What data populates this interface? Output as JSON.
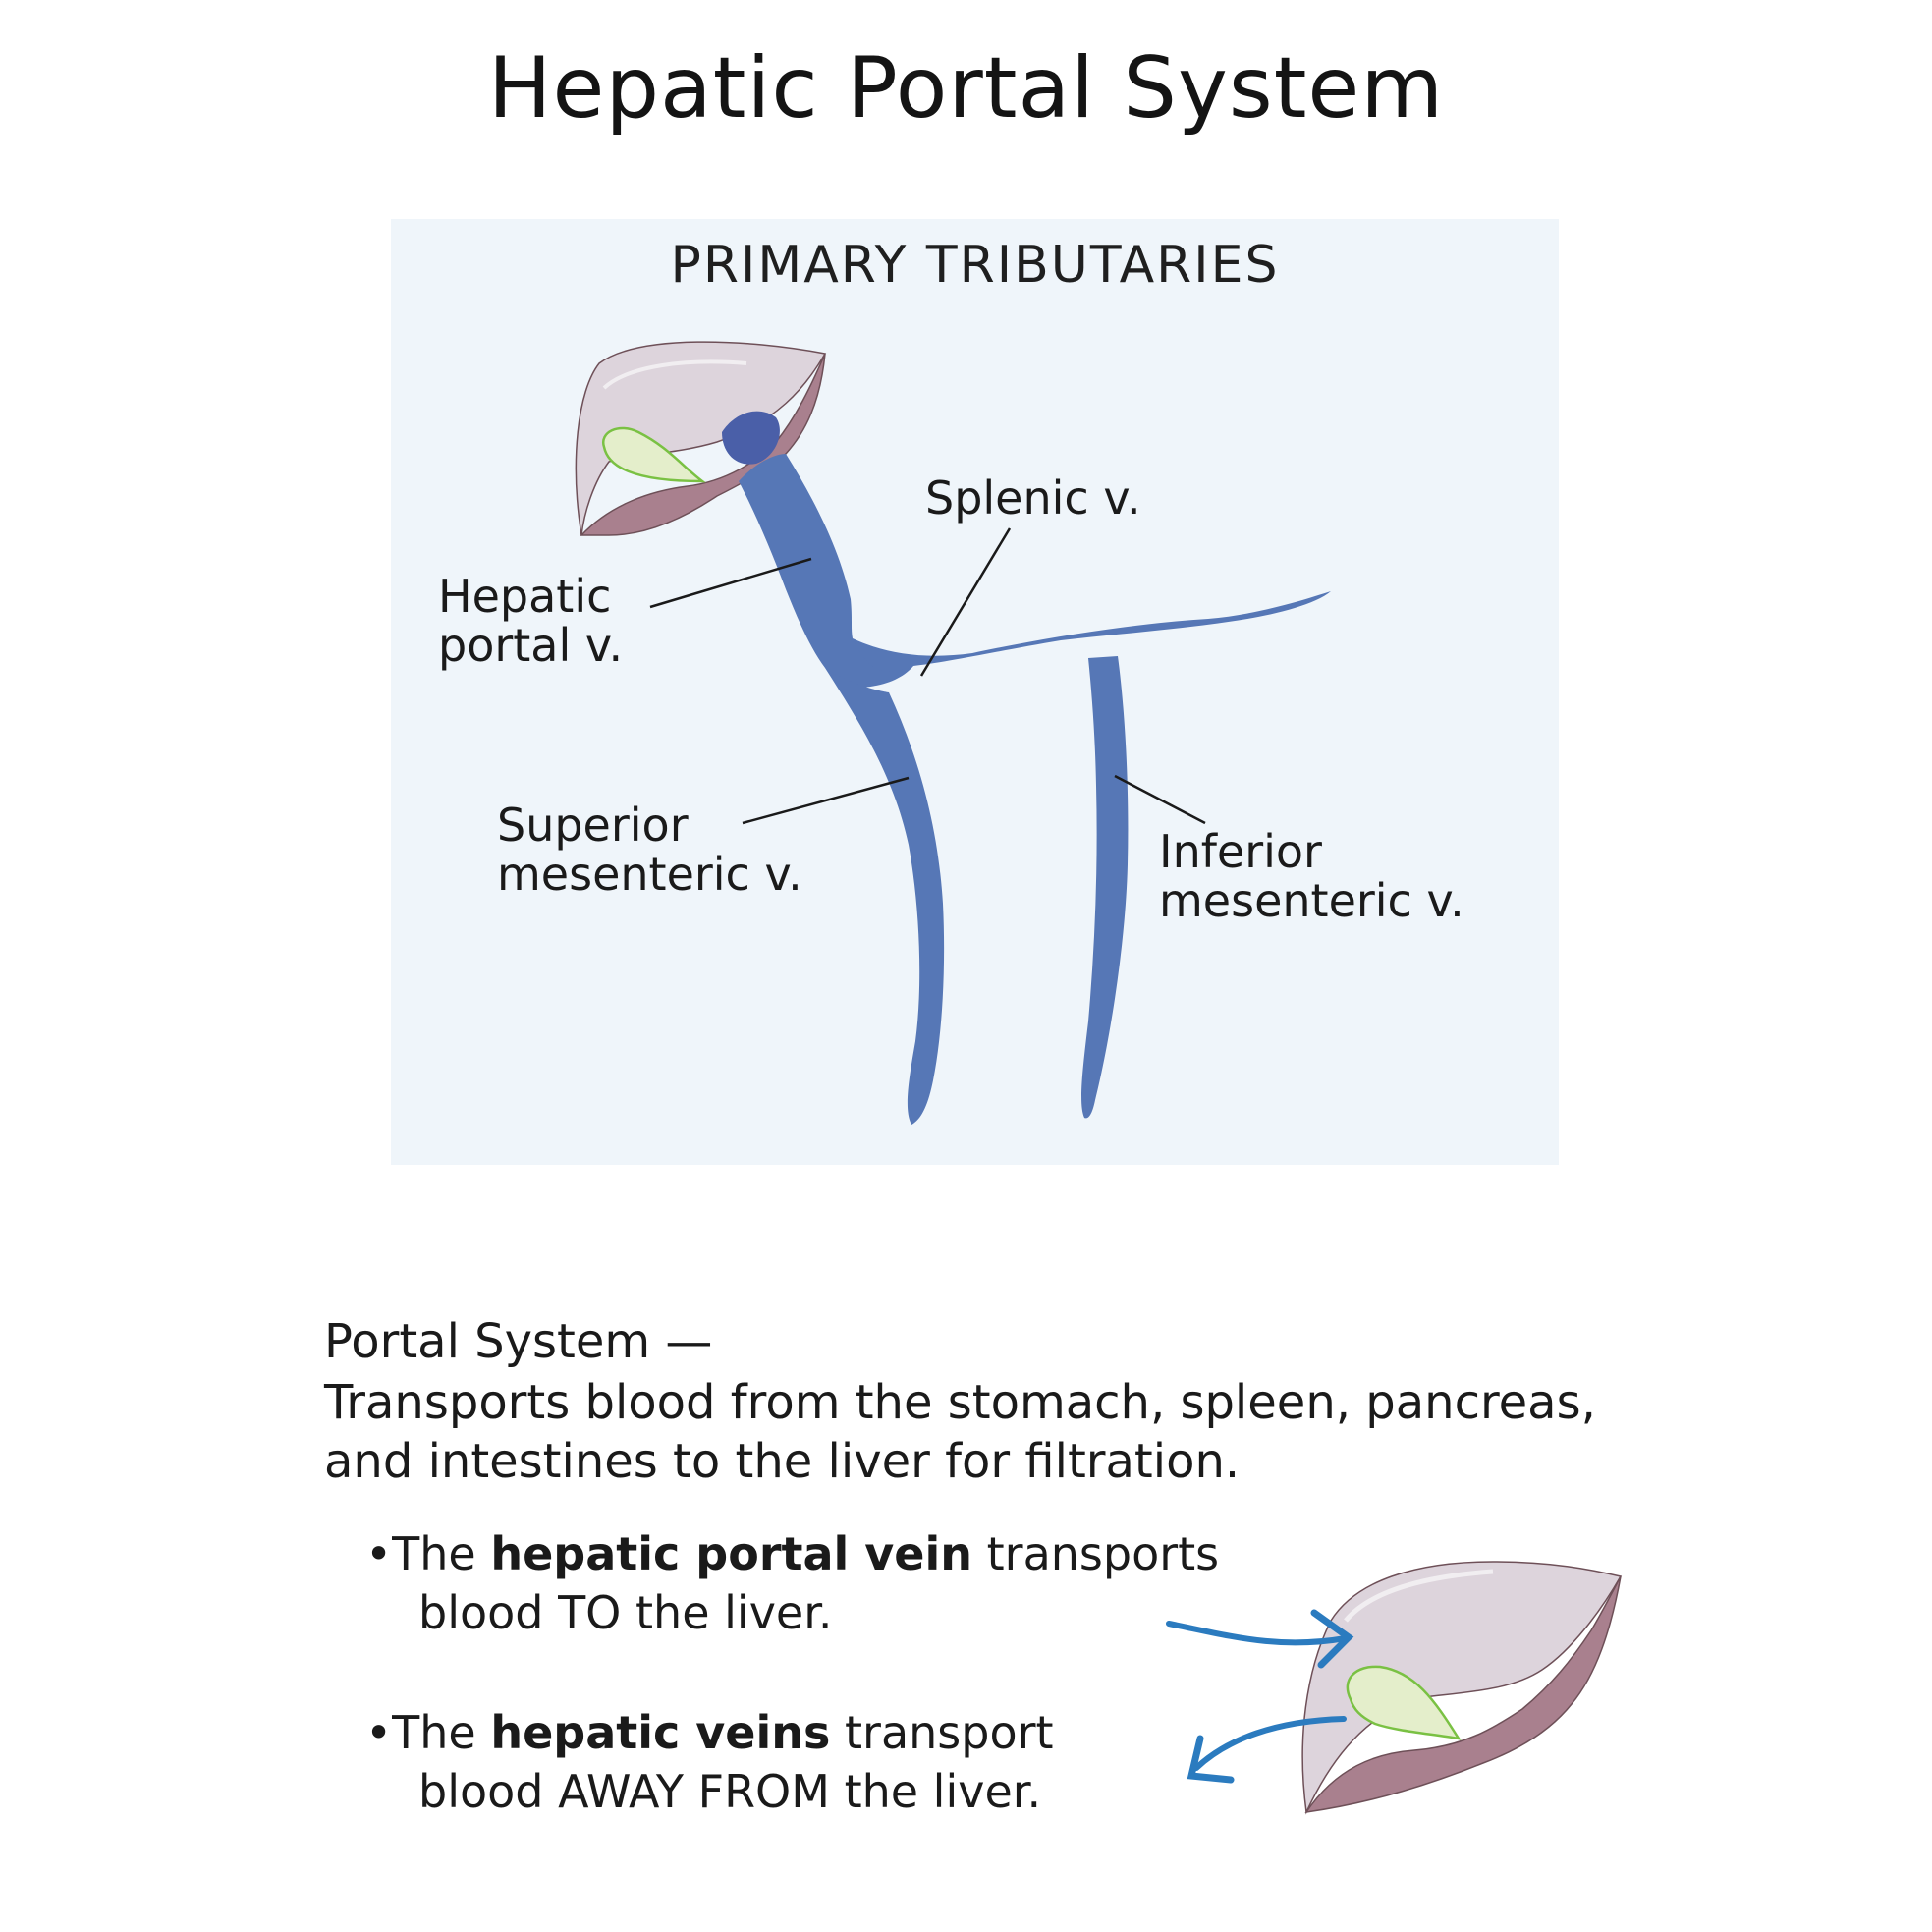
{
  "title": "Hepatic Portal System",
  "panel": {
    "heading": "PRIMARY TRIBUTARIES",
    "labels": {
      "hepatic_portal_line1": "Hepatic",
      "hepatic_portal_line2": "portal v.",
      "splenic": "Splenic v.",
      "superior_line1": "Superior",
      "superior_line2": "mesenteric v.",
      "inferior_line1": "Inferior",
      "inferior_line2": "mesenteric v."
    }
  },
  "description": {
    "heading": "Portal System —",
    "text": "Transports blood from the stomach, spleen, pancreas, and intestines to the liver for filtration."
  },
  "bullets": [
    {
      "marker": "•",
      "pre": "The ",
      "bold": "hepatic portal vein",
      "post": " transports",
      "line2": "blood TO the liver."
    },
    {
      "marker": "•",
      "pre": "The ",
      "bold": "hepatic veins",
      "post": " transport",
      "line2": "blood AWAY FROM the liver."
    }
  ],
  "colors": {
    "vein": "#5677b6",
    "vein_dark": "#4a5fa8",
    "liver_top": "#ddd4dc",
    "liver_bottom": "#a9808e",
    "gallbladder": "#e4eecb",
    "gallbladder_stroke": "#7ac143",
    "arrow": "#2b7bbf",
    "panel_bg": "#eff5fa"
  }
}
